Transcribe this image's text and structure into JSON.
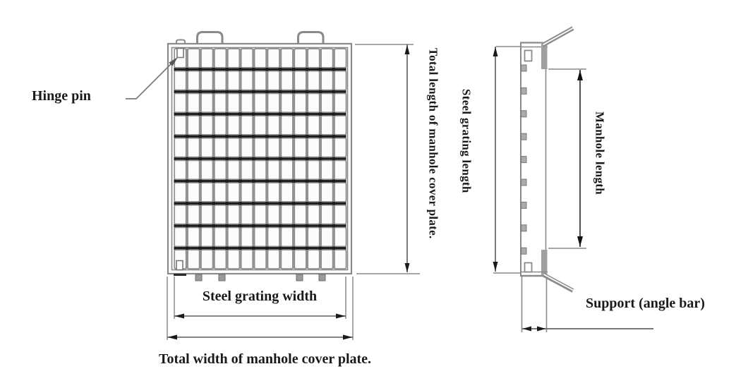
{
  "labels": {
    "hinge_pin": "Hinge pin",
    "total_length": "Total length of manhole cover plate.",
    "steel_grating_length": "Steel grating length",
    "manhole_length": "Manhole length",
    "steel_grating_width": "Steel grating width",
    "total_width": "Total width of manhole cover plate.",
    "support": "Support (angle bar)"
  },
  "grating": {
    "rows": 10,
    "columns": 13
  },
  "side_view": {
    "crossbar_ends": 9
  },
  "colors": {
    "line": "#8a8a8a",
    "line_light": "#9a9a9a",
    "dim_line": "#5c5c5c",
    "crossbar_dash": "#1c1c1c",
    "cell_fill": "#fcfcfc",
    "cell_stroke": "#8f8f8f",
    "bump_fill": "#ababab",
    "arrow": "#1a1a1a",
    "text": "#1a1a1a",
    "background": "#ffffff"
  }
}
